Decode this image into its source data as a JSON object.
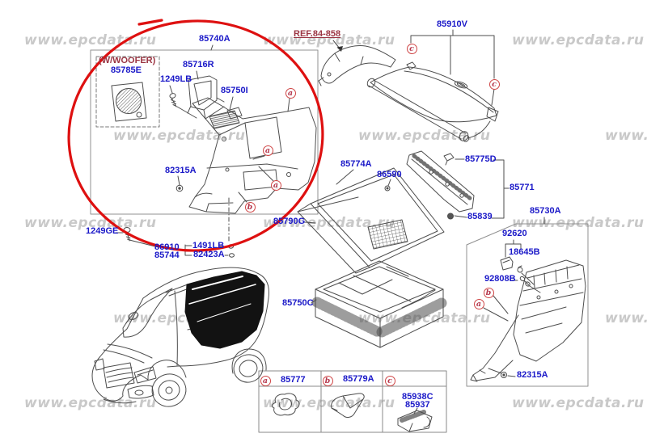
{
  "watermark": {
    "text": "www.epcdata.ru"
  },
  "labels": {
    "ref": "REF.84-858",
    "woofer_note": "(W/WOOFER)",
    "p85740A": "85740A",
    "p85910V": "85910V",
    "p85785E": "85785E",
    "p85716R": "85716R",
    "p1249LB": "1249LB",
    "p85750I": "85750I",
    "p82315A_left": "82315A",
    "p1249GE": "1249GE",
    "p86910": "86910",
    "p85744": "85744",
    "p1491LB": "1491LB",
    "p82423A": "82423A",
    "p85780G": "85790G",
    "p85774A": "85774A",
    "p86590": "86590",
    "p85775D": "85775D",
    "p85771": "85771",
    "p85839": "85839",
    "p85730A": "85730A",
    "p92620": "92620",
    "p18645B": "18645B",
    "p92808B": "92808B",
    "p82315A_right": "82315A",
    "p85750C": "85750C"
  },
  "legend": {
    "a_num": "85777",
    "b_num": "85779A",
    "c_num1": "85938C",
    "c_num2": "85937"
  },
  "callouts": [
    "a",
    "a",
    "a",
    "b",
    "c",
    "c",
    "b",
    "a",
    "a",
    "b",
    "c"
  ],
  "colors": {
    "label_blue": "#1a18c8",
    "note_red": "#9b3442",
    "ellipse_red": "#de1010",
    "watermark_gray": "#c9c9c9",
    "line_art": "#4d4d4d"
  }
}
